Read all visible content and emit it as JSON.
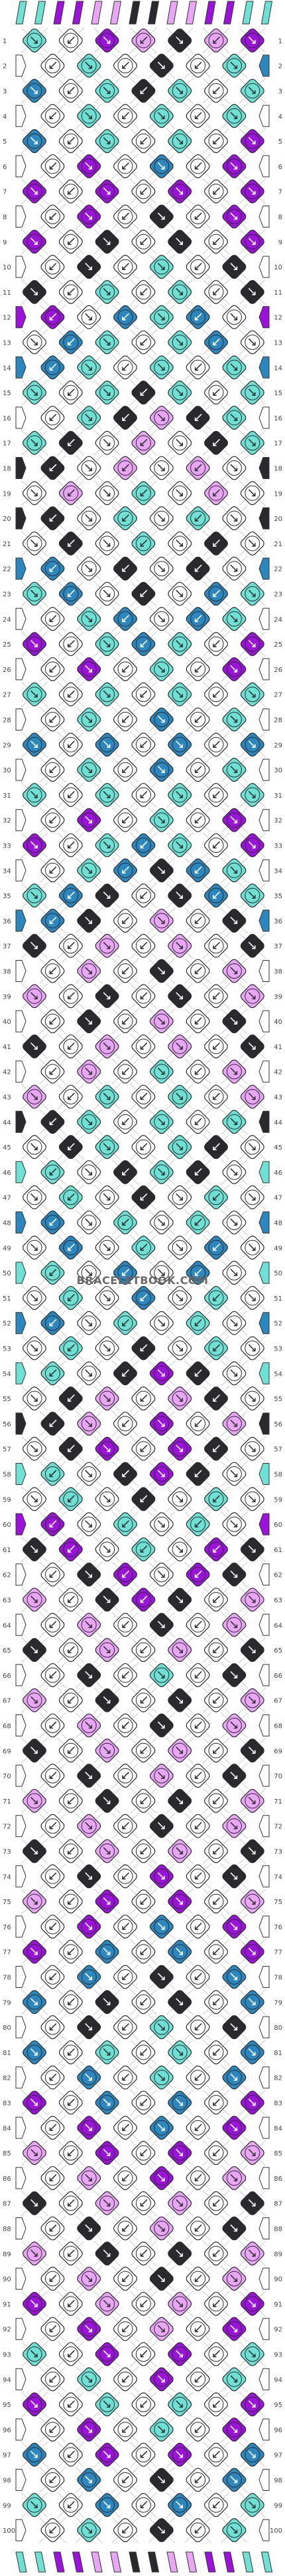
{
  "watermark": "BRACELETBOOK.COM",
  "strand_count": 14,
  "row_count": 100,
  "colors": {
    "P": "#9b12d8",
    "T": "#6ee0d4",
    "B": "#2b87bd",
    "K": "#2a2a2e",
    "L": "#e9a6f4",
    "W": "#ffffff"
  },
  "strand_colors_top": [
    "T",
    "T",
    "P",
    "P",
    "L",
    "L",
    "K",
    "K",
    "L",
    "L",
    "P",
    "P",
    "T",
    "T"
  ],
  "strand_colors_bottom": [
    "T",
    "T",
    "P",
    "P",
    "L",
    "L",
    "K",
    "K",
    "L",
    "L",
    "P",
    "P",
    "T",
    "T"
  ],
  "rows": [
    {
      "num": "1",
      "knots": [
        "T",
        "W",
        "P",
        "L",
        "K",
        "L",
        "P"
      ]
    },
    {
      "num": "2",
      "knots": [
        "W",
        "T",
        "W",
        "K",
        "W",
        "T",
        "B"
      ]
    },
    {
      "num": "3",
      "knots": [
        "B",
        "W",
        "T",
        "K",
        "T",
        "W",
        "T"
      ]
    },
    {
      "num": "4",
      "knots": [
        "W",
        "T",
        "W",
        "T",
        "W",
        "T",
        "W"
      ]
    },
    {
      "num": "5",
      "knots": [
        "B",
        "W",
        "T",
        "W",
        "T",
        "W",
        "P"
      ]
    },
    {
      "num": "6",
      "knots": [
        "W",
        "P",
        "W",
        "B",
        "W",
        "P",
        "W"
      ]
    },
    {
      "num": "7",
      "knots": [
        "P",
        "W",
        "P",
        "W",
        "P",
        "W",
        "P"
      ]
    },
    {
      "num": "8",
      "knots": [
        "W",
        "P",
        "W",
        "K",
        "W",
        "P",
        "W"
      ]
    },
    {
      "num": "9",
      "knots": [
        "P",
        "W",
        "K",
        "W",
        "K",
        "W",
        "P"
      ]
    },
    {
      "num": "10",
      "knots": [
        "W",
        "K",
        "W",
        "T",
        "W",
        "K",
        "W"
      ]
    },
    {
      "num": "11",
      "knots": [
        "K",
        "W",
        "T",
        "W",
        "T",
        "W",
        "K"
      ]
    },
    {
      "num": "12",
      "knots": [
        "P",
        "W",
        "B",
        "T",
        "B",
        "W",
        "P"
      ]
    },
    {
      "num": "13",
      "knots": [
        "W",
        "B",
        "T",
        "W",
        "T",
        "B",
        "W"
      ]
    },
    {
      "num": "14",
      "knots": [
        "B",
        "T",
        "W",
        "T",
        "W",
        "T",
        "B"
      ]
    },
    {
      "num": "15",
      "knots": [
        "T",
        "W",
        "T",
        "K",
        "T",
        "W",
        "T"
      ]
    },
    {
      "num": "16",
      "knots": [
        "W",
        "T",
        "K",
        "L",
        "K",
        "T",
        "W"
      ]
    },
    {
      "num": "17",
      "knots": [
        "T",
        "K",
        "W",
        "L",
        "W",
        "K",
        "T"
      ]
    },
    {
      "num": "18",
      "knots": [
        "K",
        "W",
        "L",
        "W",
        "L",
        "W",
        "K"
      ]
    },
    {
      "num": "19",
      "knots": [
        "W",
        "L",
        "W",
        "T",
        "W",
        "L",
        "W"
      ]
    },
    {
      "num": "20",
      "knots": [
        "K",
        "W",
        "T",
        "W",
        "T",
        "W",
        "K"
      ]
    },
    {
      "num": "21",
      "knots": [
        "W",
        "K",
        "W",
        "T",
        "W",
        "K",
        "W"
      ]
    },
    {
      "num": "22",
      "knots": [
        "B",
        "W",
        "K",
        "W",
        "K",
        "W",
        "B"
      ]
    },
    {
      "num": "23",
      "knots": [
        "T",
        "B",
        "W",
        "K",
        "W",
        "B",
        "T"
      ]
    },
    {
      "num": "24",
      "knots": [
        "W",
        "T",
        "B",
        "W",
        "B",
        "T",
        "W"
      ]
    },
    {
      "num": "25",
      "knots": [
        "P",
        "W",
        "T",
        "B",
        "T",
        "W",
        "P"
      ]
    },
    {
      "num": "26",
      "knots": [
        "W",
        "P",
        "W",
        "T",
        "W",
        "P",
        "W"
      ]
    },
    {
      "num": "27",
      "knots": [
        "T",
        "W",
        "T",
        "W",
        "T",
        "W",
        "T"
      ]
    },
    {
      "num": "28",
      "knots": [
        "W",
        "T",
        "W",
        "B",
        "W",
        "T",
        "W"
      ]
    },
    {
      "num": "29",
      "knots": [
        "B",
        "W",
        "B",
        "W",
        "B",
        "W",
        "B"
      ]
    },
    {
      "num": "30",
      "knots": [
        "W",
        "T",
        "W",
        "B",
        "W",
        "T",
        "W"
      ]
    },
    {
      "num": "31",
      "knots": [
        "T",
        "W",
        "T",
        "W",
        "T",
        "W",
        "T"
      ]
    },
    {
      "num": "32",
      "knots": [
        "W",
        "P",
        "W",
        "T",
        "W",
        "P",
        "W"
      ]
    },
    {
      "num": "33",
      "knots": [
        "P",
        "W",
        "T",
        "B",
        "T",
        "W",
        "P"
      ]
    },
    {
      "num": "34",
      "knots": [
        "W",
        "T",
        "B",
        "K",
        "B",
        "T",
        "W"
      ]
    },
    {
      "num": "35",
      "knots": [
        "T",
        "B",
        "K",
        "W",
        "K",
        "B",
        "T"
      ]
    },
    {
      "num": "36",
      "knots": [
        "B",
        "K",
        "W",
        "L",
        "W",
        "K",
        "B"
      ]
    },
    {
      "num": "37",
      "knots": [
        "K",
        "W",
        "L",
        "W",
        "L",
        "W",
        "K"
      ]
    },
    {
      "num": "38",
      "knots": [
        "W",
        "L",
        "W",
        "K",
        "W",
        "L",
        "W"
      ]
    },
    {
      "num": "39",
      "knots": [
        "L",
        "W",
        "K",
        "W",
        "K",
        "W",
        "L"
      ]
    },
    {
      "num": "40",
      "knots": [
        "W",
        "K",
        "W",
        "L",
        "W",
        "K",
        "W"
      ]
    },
    {
      "num": "41",
      "knots": [
        "K",
        "W",
        "L",
        "W",
        "L",
        "W",
        "K"
      ]
    },
    {
      "num": "42",
      "knots": [
        "W",
        "L",
        "W",
        "T",
        "W",
        "L",
        "W"
      ]
    },
    {
      "num": "43",
      "knots": [
        "L",
        "W",
        "T",
        "W",
        "T",
        "W",
        "L"
      ]
    },
    {
      "num": "44",
      "knots": [
        "K",
        "T",
        "W",
        "T",
        "W",
        "T",
        "K"
      ]
    },
    {
      "num": "45",
      "knots": [
        "W",
        "K",
        "T",
        "W",
        "T",
        "K",
        "W"
      ]
    },
    {
      "num": "46",
      "knots": [
        "T",
        "W",
        "K",
        "T",
        "K",
        "W",
        "T"
      ]
    },
    {
      "num": "47",
      "knots": [
        "W",
        "T",
        "W",
        "K",
        "W",
        "T",
        "W"
      ]
    },
    {
      "num": "48",
      "knots": [
        "B",
        "W",
        "T",
        "W",
        "T",
        "W",
        "B"
      ]
    },
    {
      "num": "49",
      "knots": [
        "W",
        "B",
        "W",
        "T",
        "W",
        "B",
        "W"
      ]
    },
    {
      "num": "50",
      "knots": [
        "T",
        "W",
        "B",
        "W",
        "B",
        "W",
        "T"
      ]
    },
    {
      "num": "51",
      "knots": [
        "W",
        "T",
        "W",
        "B",
        "W",
        "T",
        "W"
      ]
    },
    {
      "num": "52",
      "knots": [
        "B",
        "W",
        "T",
        "W",
        "T",
        "W",
        "B"
      ]
    },
    {
      "num": "53",
      "knots": [
        "W",
        "T",
        "W",
        "K",
        "W",
        "T",
        "W"
      ]
    },
    {
      "num": "54",
      "knots": [
        "T",
        "W",
        "K",
        "P",
        "K",
        "W",
        "T"
      ]
    },
    {
      "num": "55",
      "knots": [
        "W",
        "K",
        "L",
        "W",
        "L",
        "K",
        "W"
      ]
    },
    {
      "num": "56",
      "knots": [
        "K",
        "L",
        "W",
        "P",
        "W",
        "L",
        "K"
      ]
    },
    {
      "num": "57",
      "knots": [
        "W",
        "K",
        "P",
        "W",
        "P",
        "K",
        "W"
      ]
    },
    {
      "num": "58",
      "knots": [
        "T",
        "W",
        "K",
        "P",
        "K",
        "W",
        "T"
      ]
    },
    {
      "num": "59",
      "knots": [
        "W",
        "T",
        "W",
        "K",
        "W",
        "T",
        "W"
      ]
    },
    {
      "num": "60",
      "knots": [
        "P",
        "W",
        "T",
        "W",
        "T",
        "W",
        "P"
      ]
    },
    {
      "num": "61",
      "knots": [
        "K",
        "P",
        "W",
        "T",
        "W",
        "P",
        "K"
      ]
    },
    {
      "num": "62",
      "knots": [
        "W",
        "K",
        "P",
        "W",
        "P",
        "K",
        "W"
      ]
    },
    {
      "num": "63",
      "knots": [
        "L",
        "W",
        "K",
        "P",
        "K",
        "W",
        "L"
      ]
    },
    {
      "num": "64",
      "knots": [
        "W",
        "L",
        "W",
        "K",
        "W",
        "L",
        "W"
      ]
    },
    {
      "num": "65",
      "knots": [
        "K",
        "W",
        "L",
        "W",
        "L",
        "W",
        "K"
      ]
    },
    {
      "num": "66",
      "knots": [
        "W",
        "K",
        "W",
        "T",
        "W",
        "K",
        "W"
      ]
    },
    {
      "num": "67",
      "knots": [
        "L",
        "W",
        "K",
        "W",
        "K",
        "W",
        "L"
      ]
    },
    {
      "num": "68",
      "knots": [
        "W",
        "L",
        "W",
        "K",
        "W",
        "L",
        "W"
      ]
    },
    {
      "num": "69",
      "knots": [
        "K",
        "W",
        "L",
        "W",
        "L",
        "W",
        "K"
      ]
    },
    {
      "num": "70",
      "knots": [
        "W",
        "K",
        "W",
        "L",
        "W",
        "K",
        "W"
      ]
    },
    {
      "num": "71",
      "knots": [
        "L",
        "W",
        "K",
        "W",
        "K",
        "W",
        "L"
      ]
    },
    {
      "num": "72",
      "knots": [
        "W",
        "L",
        "W",
        "K",
        "W",
        "L",
        "W"
      ]
    },
    {
      "num": "73",
      "knots": [
        "K",
        "W",
        "L",
        "W",
        "L",
        "W",
        "K"
      ]
    },
    {
      "num": "74",
      "knots": [
        "W",
        "K",
        "W",
        "P",
        "W",
        "K",
        "W"
      ]
    },
    {
      "num": "75",
      "knots": [
        "L",
        "W",
        "P",
        "W",
        "P",
        "W",
        "L"
      ]
    },
    {
      "num": "76",
      "knots": [
        "W",
        "P",
        "W",
        "B",
        "W",
        "P",
        "W"
      ]
    },
    {
      "num": "77",
      "knots": [
        "P",
        "W",
        "B",
        "W",
        "B",
        "W",
        "P"
      ]
    },
    {
      "num": "78",
      "knots": [
        "W",
        "B",
        "W",
        "K",
        "W",
        "B",
        "W"
      ]
    },
    {
      "num": "79",
      "knots": [
        "B",
        "W",
        "K",
        "W",
        "K",
        "W",
        "B"
      ]
    },
    {
      "num": "80",
      "knots": [
        "W",
        "K",
        "W",
        "T",
        "W",
        "K",
        "W"
      ]
    },
    {
      "num": "81",
      "knots": [
        "B",
        "W",
        "T",
        "W",
        "T",
        "W",
        "B"
      ]
    },
    {
      "num": "82",
      "knots": [
        "W",
        "B",
        "W",
        "T",
        "W",
        "B",
        "W"
      ]
    },
    {
      "num": "83",
      "knots": [
        "P",
        "W",
        "B",
        "W",
        "B",
        "W",
        "P"
      ]
    },
    {
      "num": "84",
      "knots": [
        "W",
        "P",
        "W",
        "B",
        "W",
        "P",
        "W"
      ]
    },
    {
      "num": "85",
      "knots": [
        "L",
        "W",
        "P",
        "W",
        "P",
        "W",
        "L"
      ]
    },
    {
      "num": "86",
      "knots": [
        "W",
        "L",
        "W",
        "P",
        "W",
        "L",
        "W"
      ]
    },
    {
      "num": "87",
      "knots": [
        "K",
        "W",
        "L",
        "W",
        "L",
        "W",
        "K"
      ]
    },
    {
      "num": "88",
      "knots": [
        "W",
        "K",
        "W",
        "L",
        "W",
        "K",
        "W"
      ]
    },
    {
      "num": "89",
      "knots": [
        "L",
        "W",
        "K",
        "W",
        "K",
        "W",
        "L"
      ]
    },
    {
      "num": "90",
      "knots": [
        "W",
        "L",
        "W",
        "K",
        "W",
        "L",
        "W"
      ]
    },
    {
      "num": "91",
      "knots": [
        "P",
        "W",
        "L",
        "W",
        "L",
        "W",
        "P"
      ]
    },
    {
      "num": "92",
      "knots": [
        "W",
        "P",
        "W",
        "L",
        "W",
        "P",
        "W"
      ]
    },
    {
      "num": "93",
      "knots": [
        "T",
        "W",
        "P",
        "W",
        "P",
        "W",
        "T"
      ]
    },
    {
      "num": "94",
      "knots": [
        "W",
        "T",
        "W",
        "P",
        "W",
        "T",
        "W"
      ]
    },
    {
      "num": "95",
      "knots": [
        "P",
        "W",
        "T",
        "W",
        "T",
        "W",
        "P"
      ]
    },
    {
      "num": "96",
      "knots": [
        "W",
        "P",
        "W",
        "T",
        "W",
        "P",
        "W"
      ]
    },
    {
      "num": "97",
      "knots": [
        "B",
        "W",
        "P",
        "W",
        "P",
        "W",
        "B"
      ]
    },
    {
      "num": "98",
      "knots": [
        "W",
        "B",
        "W",
        "K",
        "W",
        "B",
        "W"
      ]
    },
    {
      "num": "99",
      "knots": [
        "T",
        "W",
        "B",
        "W",
        "B",
        "W",
        "T"
      ]
    },
    {
      "num": "100",
      "knots": [
        "W",
        "T",
        "W",
        "K",
        "W",
        "T",
        "W"
      ]
    }
  ]
}
